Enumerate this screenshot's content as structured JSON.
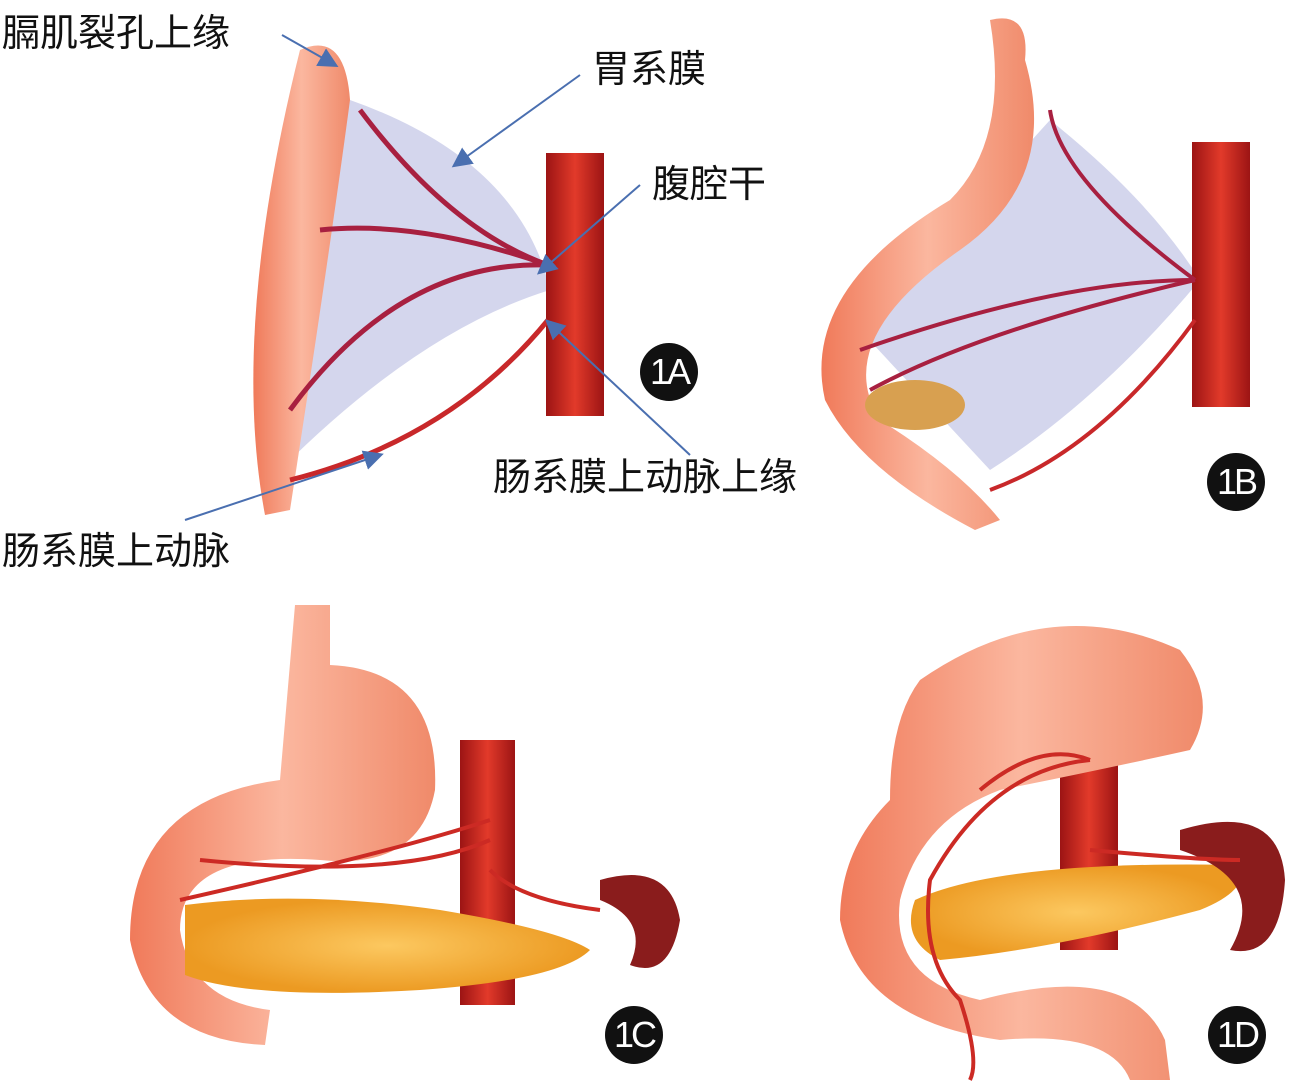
{
  "labels": {
    "hiatus": "膈肌裂孔上缘",
    "mesogastrium": "胃系膜",
    "celiac": "腹腔干",
    "sma_upper": "肠系膜上动脉上缘",
    "sma": "肠系膜上动脉"
  },
  "panels": [
    "1A",
    "1B",
    "1C",
    "1D"
  ],
  "colors": {
    "organ": "#f4a38a",
    "artery": "#cc2a24",
    "membrane": "#c9cce8",
    "pancreas": "#f2a93a",
    "spleen": "#8a1c1c",
    "arrow": "#4a6fb0"
  }
}
